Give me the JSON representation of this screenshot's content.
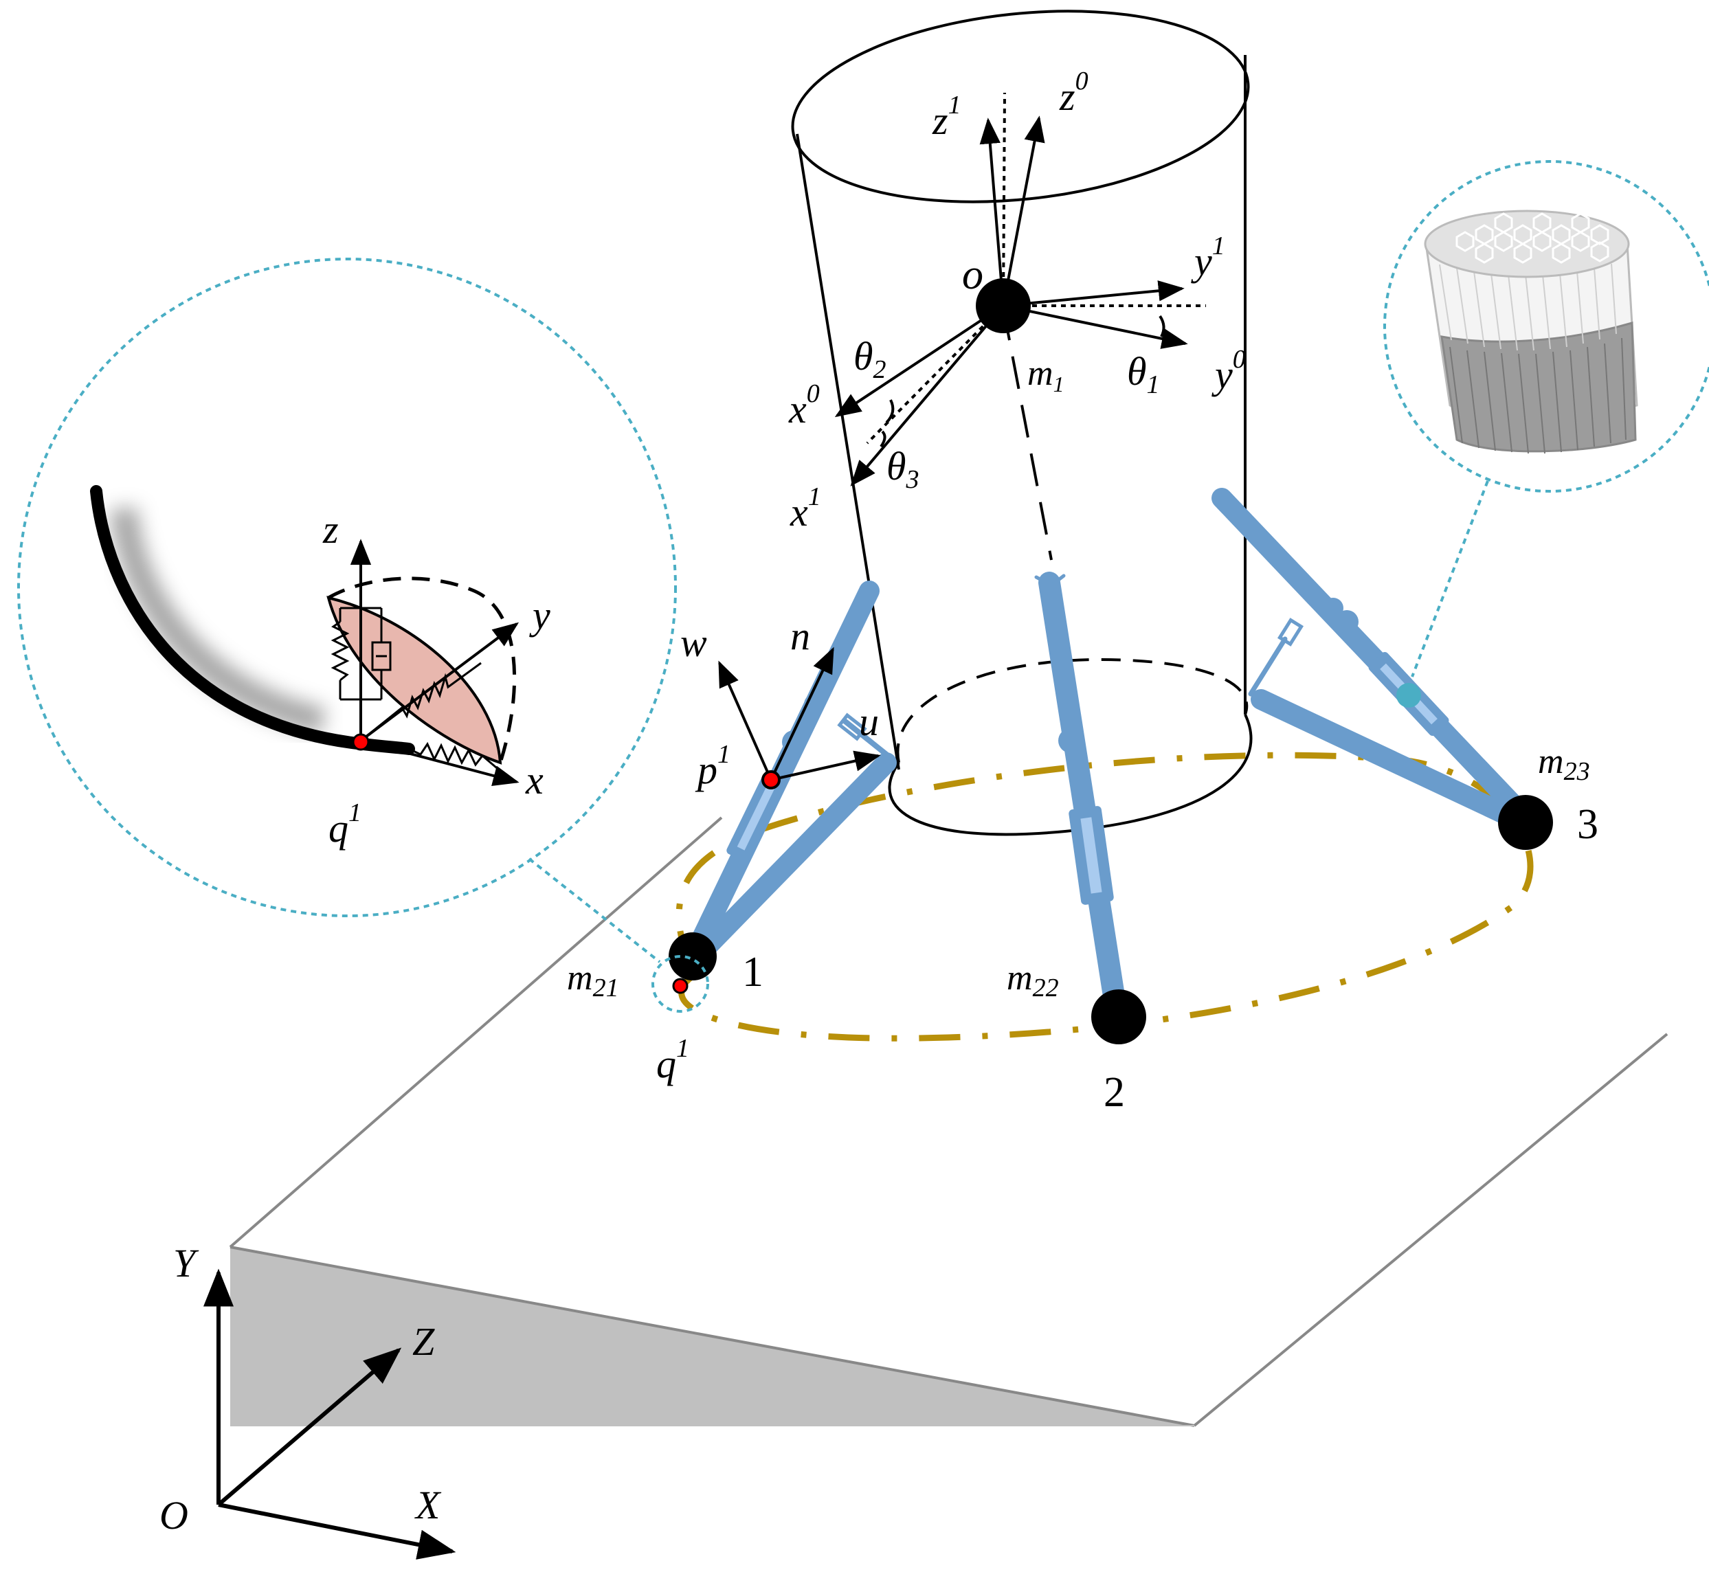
{
  "colors": {
    "leg": "#6a9ccc",
    "leg_light": "#a9cbef",
    "dashed_circle": "#4aaec4",
    "gold": "#b8900a",
    "floor_side": "#c0c0c0",
    "pink": "#e8b7ae",
    "red": "#ff0000",
    "dark": "#000000"
  },
  "labels": {
    "z1": "z",
    "z1_sup": "1",
    "z0": "z",
    "z0_sup": "0",
    "o": "o",
    "y1": "y",
    "y1_sup": "1",
    "y0": "y",
    "y0_sup": "0",
    "theta1": "θ",
    "theta1_sub": "1",
    "theta2": "θ",
    "theta2_sub": "2",
    "theta3": "θ",
    "theta3_sub": "3",
    "x0": "x",
    "x0_sup": "0",
    "x1": "x",
    "x1_sup": "1",
    "m1": "m",
    "m1_sub": "1",
    "w": "w",
    "n": "n",
    "u": "u",
    "p1": "p",
    "p1_sup": "1",
    "m21": "m",
    "m21_sub": "21",
    "m22": "m",
    "m22_sub": "22",
    "m23": "m",
    "m23_sub": "23",
    "q1_main": "q",
    "q1_main_sup": "1",
    "q1_inset": "q",
    "q1_inset_sup": "1",
    "inset_z": "z",
    "inset_y": "y",
    "inset_x": "x",
    "foot1": "1",
    "foot2": "2",
    "foot3": "3",
    "axis_Y": "Y",
    "axis_Z": "Z",
    "axis_X": "X",
    "axis_O": "O"
  }
}
